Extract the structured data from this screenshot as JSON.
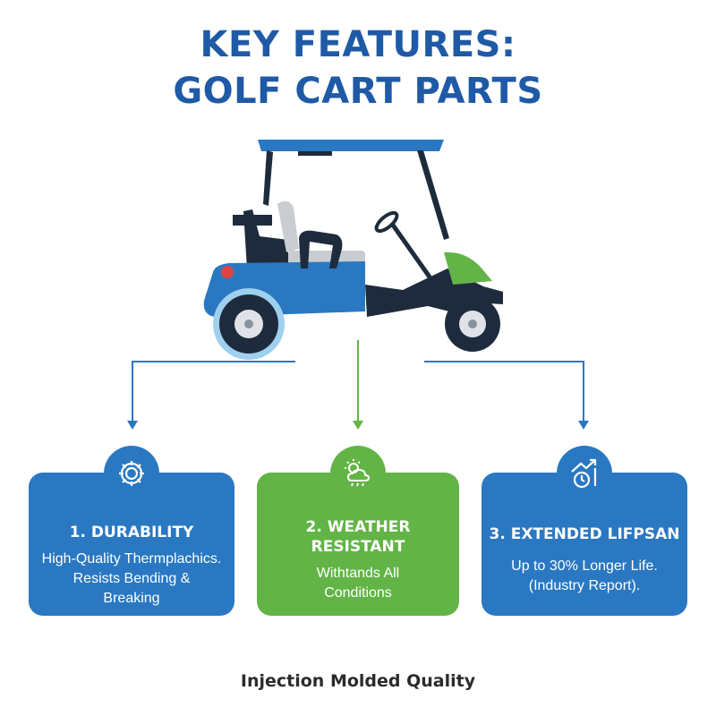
{
  "title": {
    "line1": "KEY FEATURES:",
    "line2": "GOLF CART PARTS"
  },
  "colors": {
    "blue": "#2a78c2",
    "green": "#62b446",
    "title": "#1f5aa6",
    "navy": "#1d2b3d"
  },
  "features": [
    {
      "title": "1. DURABILITY",
      "desc_line1": "High-Quality Thermplachics.",
      "desc_line2": "Resists Bending &",
      "desc_line3": "Breaking",
      "icon": "gear-icon"
    },
    {
      "title_line1": "2. WEATHER",
      "title_line2": "RESISTANT",
      "desc_line1": "Withtands All",
      "desc_line2": "Conditions",
      "icon": "weather-icon"
    },
    {
      "title": "3. EXTENDED LIFPSAN",
      "desc_line1": "Up to 30% Longer Life.",
      "desc_line2": "(Industry Report).",
      "icon": "clock-growth-icon"
    }
  ],
  "footer": "Injection Molded Quality"
}
